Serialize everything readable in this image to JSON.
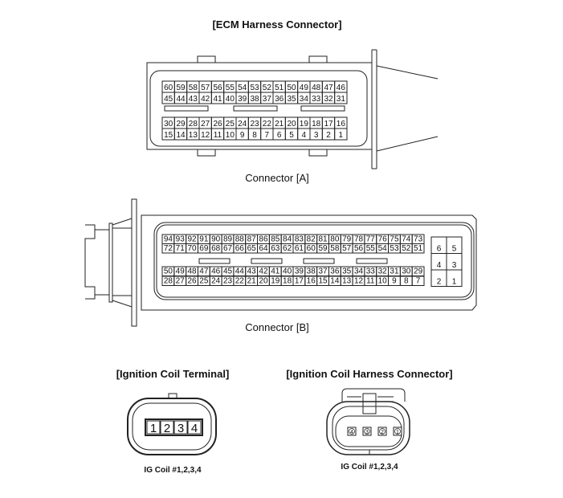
{
  "ecm": {
    "title": "[ECM Harness  Connector]",
    "connector_a": {
      "caption": "Connector [A]",
      "rows": [
        [
          "60",
          "59",
          "58",
          "57",
          "56",
          "55",
          "54",
          "53",
          "52",
          "51",
          "50",
          "49",
          "48",
          "47",
          "46"
        ],
        [
          "45",
          "44",
          "43",
          "42",
          "41",
          "40",
          "39",
          "38",
          "37",
          "36",
          "35",
          "34",
          "33",
          "32",
          "31"
        ],
        [
          "30",
          "29",
          "28",
          "27",
          "26",
          "25",
          "24",
          "23",
          "22",
          "21",
          "20",
          "19",
          "18",
          "17",
          "16"
        ],
        [
          "15",
          "14",
          "13",
          "12",
          "11",
          "10",
          "9",
          "8",
          "7",
          "6",
          "5",
          "4",
          "3",
          "2",
          "1"
        ]
      ]
    },
    "connector_b": {
      "caption": "Connector [B]",
      "rows": [
        [
          "94",
          "93",
          "92",
          "91",
          "90",
          "89",
          "88",
          "87",
          "86",
          "85",
          "84",
          "83",
          "82",
          "81",
          "80",
          "79",
          "78",
          "77",
          "76",
          "75",
          "74",
          "73"
        ],
        [
          "72",
          "71",
          "70",
          "69",
          "68",
          "67",
          "66",
          "65",
          "64",
          "63",
          "62",
          "61",
          "60",
          "59",
          "58",
          "57",
          "56",
          "55",
          "54",
          "53",
          "52",
          "51"
        ],
        [
          "50",
          "49",
          "48",
          "47",
          "46",
          "45",
          "44",
          "43",
          "42",
          "41",
          "40",
          "39",
          "38",
          "37",
          "36",
          "35",
          "34",
          "33",
          "32",
          "31",
          "30",
          "29"
        ],
        [
          "28",
          "27",
          "26",
          "25",
          "24",
          "23",
          "22",
          "21",
          "20",
          "19",
          "18",
          "17",
          "16",
          "15",
          "14",
          "13",
          "12",
          "11",
          "10",
          "9",
          "8",
          "7"
        ]
      ],
      "side_rows": [
        [
          "6",
          "5"
        ],
        [
          "4",
          "3"
        ],
        [
          "2",
          "1"
        ]
      ]
    }
  },
  "ignition_terminal": {
    "title": "[Ignition Coil Terminal]",
    "pins": [
      "1",
      "2",
      "3",
      "4"
    ],
    "caption": "IG Coil #1,2,3,4"
  },
  "ignition_harness": {
    "title": "[Ignition Coil  Harness  Connector]",
    "pins": [
      "4",
      "3",
      "2",
      "1"
    ],
    "caption": "IG Coil #1,2,3,4"
  }
}
